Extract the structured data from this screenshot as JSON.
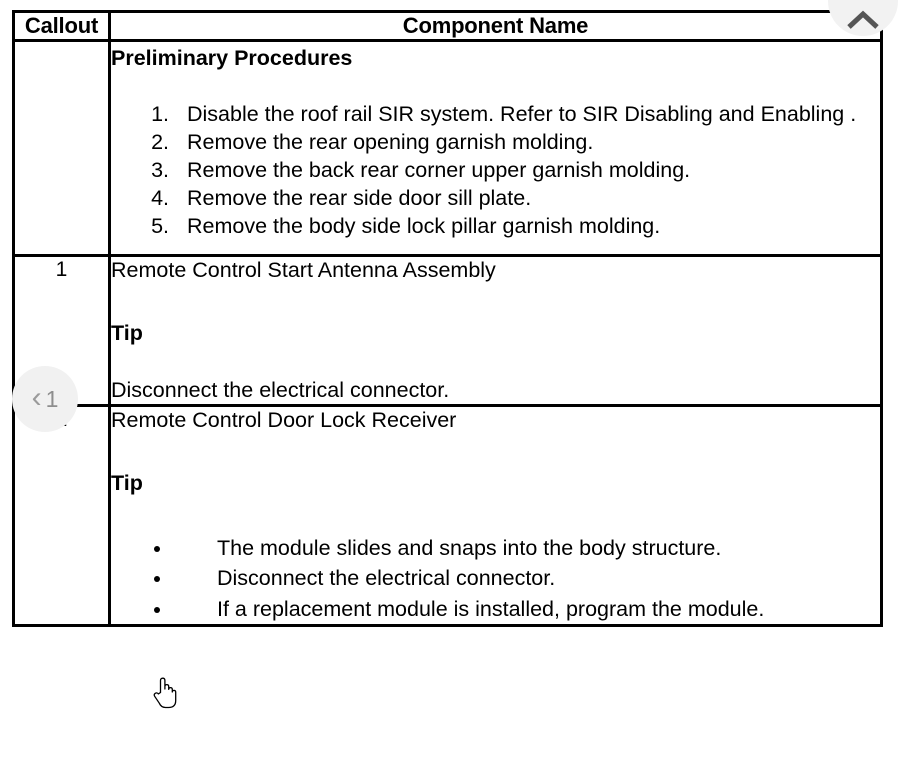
{
  "table": {
    "headers": {
      "callout": "Callout",
      "component_name": "Component Name"
    },
    "rows": [
      {
        "callout": "",
        "title": "Preliminary Procedures",
        "steps": [
          "Disable the roof rail SIR system. Refer to SIR Disabling and Enabling .",
          "Remove the rear opening garnish molding.",
          "Remove the back rear corner upper garnish molding.",
          "Remove the rear side door sill plate.",
          "Remove the body side lock pillar garnish molding."
        ]
      },
      {
        "callout": "1",
        "heading": "Remote Control Start Antenna Assembly",
        "tip_label": "Tip",
        "tip_text": "Disconnect the electrical connector."
      },
      {
        "callout": "2",
        "heading": "Remote Control Door Lock Receiver",
        "tip_label": "Tip",
        "tip_bullets": [
          "The module slides and snaps into the body structure.",
          "Disconnect the electrical connector.",
          "If a replacement module is installed, program the module."
        ]
      }
    ]
  },
  "overlays": {
    "prev_callout_badge": {
      "chevron": "‹",
      "number": "1"
    },
    "scroll_up_button": {
      "icon": "chevron-up-icon"
    },
    "cursor": {
      "icon": "pointing-hand-cursor"
    }
  },
  "colors": {
    "page_background": "#ffffff",
    "table_border": "#000000",
    "text": "#000000",
    "badge_background": "#f1f1f1",
    "badge_foreground": "#9b9b9b",
    "scroll_button_background": "#f2f2f2",
    "scroll_button_icon": "#555555"
  }
}
